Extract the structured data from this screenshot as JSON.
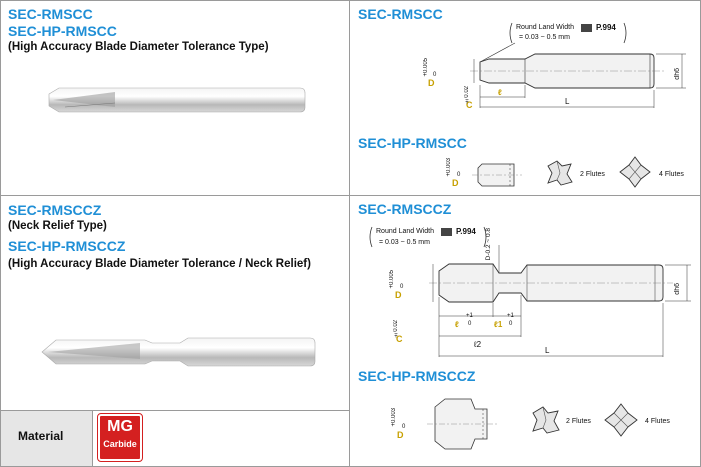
{
  "top_left": {
    "title1": "SEC-RMSCC",
    "title2": "SEC-HP-RMSCC",
    "desc": "(High Accuracy Blade Diameter Tolerance Type)"
  },
  "top_right": {
    "title": "SEC-RMSCC",
    "note_line1": "Round Land Width",
    "note_ref": "P.994",
    "note_line2": "= 0.03 ~ 0.5 mm",
    "tol_d": "+0.005",
    "tol_d0": "0",
    "dim_D": "D",
    "dim_C": "C",
    "dim_C_tol": "±0.02",
    "dim_l": "ℓ",
    "dim_L": "L",
    "dim_dh6": "dh6",
    "hp_title": "SEC-HP-RMSCC",
    "hp_tol": "+0.003",
    "hp_tol0": "0",
    "flutes2": "2 Flutes",
    "flutes4": "4 Flutes"
  },
  "bottom_left": {
    "title1": "SEC-RMSCCZ",
    "desc1": "(Neck Relief Type)",
    "title2": "SEC-HP-RMSCCZ",
    "desc2": "(High Accuracy Blade Diameter Tolerance / Neck Relief)"
  },
  "bottom_right": {
    "title": "SEC-RMSCCZ",
    "note_line1": "Round Land Width",
    "note_ref": "P.994",
    "note_line2": "= 0.03 ~ 0.5 mm",
    "neck_dim": "D-0.2 ~ 0.8",
    "tol_d": "+0.005",
    "tol_d0": "0",
    "dim_D": "D",
    "dim_C": "C",
    "dim_C_tol": "±0.02",
    "dim_l": "ℓ",
    "dim_l_tol": "+1",
    "dim_l_tol0": "0",
    "dim_l1": "ℓ1",
    "dim_l1_tol": "+1",
    "dim_l1_tol0": "0",
    "dim_l2": "ℓ2",
    "dim_L": "L",
    "dim_dh6": "dh6",
    "hp_title": "SEC-HP-RMSCCZ",
    "hp_tol": "+0.003",
    "hp_tol0": "0",
    "flutes2": "2 Flutes",
    "flutes4": "4 Flutes"
  },
  "material": {
    "label": "Material",
    "badge_top": "MG",
    "badge_bottom": "Carbide"
  },
  "colors": {
    "title_blue": "#1f8fd6",
    "grid_border": "#999999",
    "material_bg": "#e6e6e6",
    "badge_red": "#d42020"
  }
}
